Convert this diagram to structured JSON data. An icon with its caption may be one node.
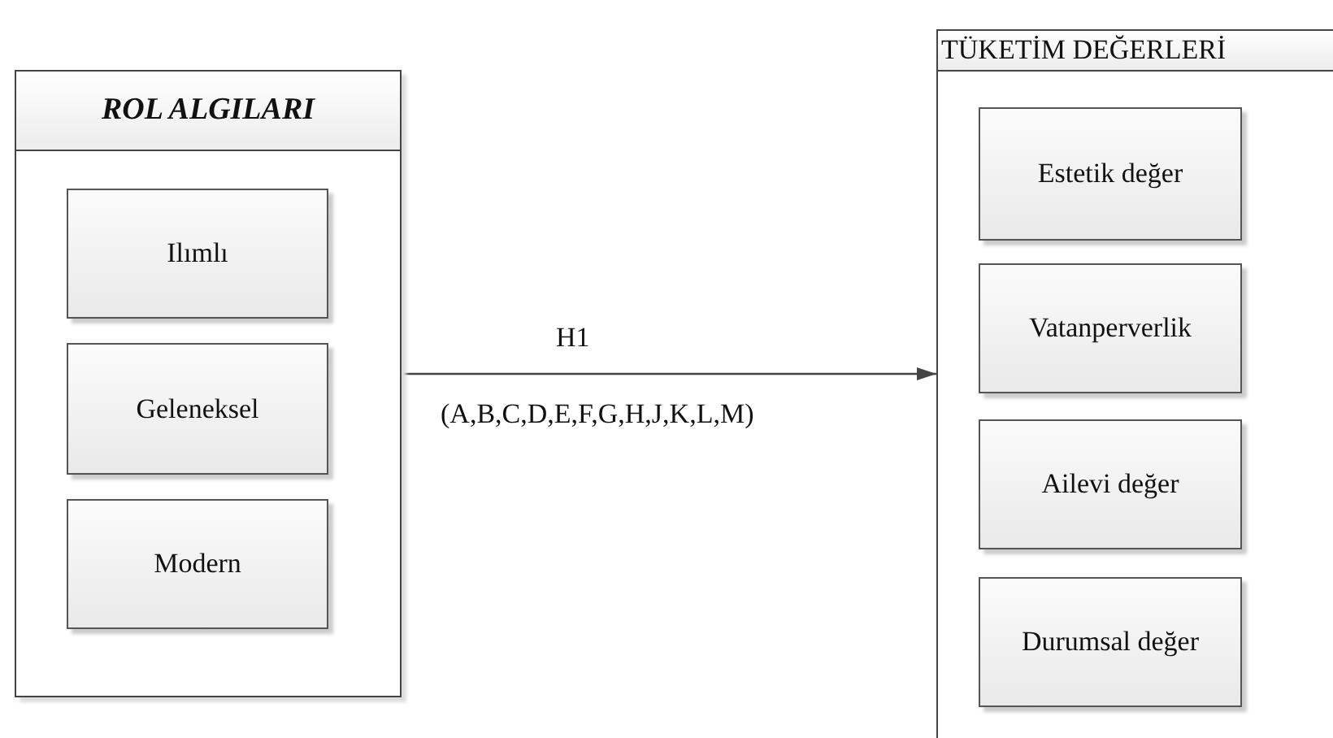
{
  "diagram": {
    "nodes": [
      {
        "text": [
          "ROL ALGILARI"
        ]
      },
      {
        "text": [
          "Ilımlı"
        ],
        "in": 0
      },
      {
        "text": [
          "Geleneksel"
        ],
        "in": 0
      },
      {
        "text": [
          "Modern"
        ],
        "in": 0
      },
      {
        "text": [
          "TÜKETİM DEĞERLERİ"
        ]
      },
      {
        "text": [
          "Estetik değer"
        ],
        "in": 4
      },
      {
        "text": [
          "Vatanperverlik"
        ],
        "in": 4
      },
      {
        "text": [
          "Ailevi değer"
        ],
        "in": 4
      },
      {
        "text": [
          "Durumsal değer"
        ],
        "in": 4
      }
    ],
    "edges": [
      {
        "from": 0,
        "to": 4,
        "arrow": "to",
        "label": "H1"
      }
    ],
    "labels": [
      "(A,B,C,D,E,F,G,H,J,K,L,M)"
    ]
  }
}
